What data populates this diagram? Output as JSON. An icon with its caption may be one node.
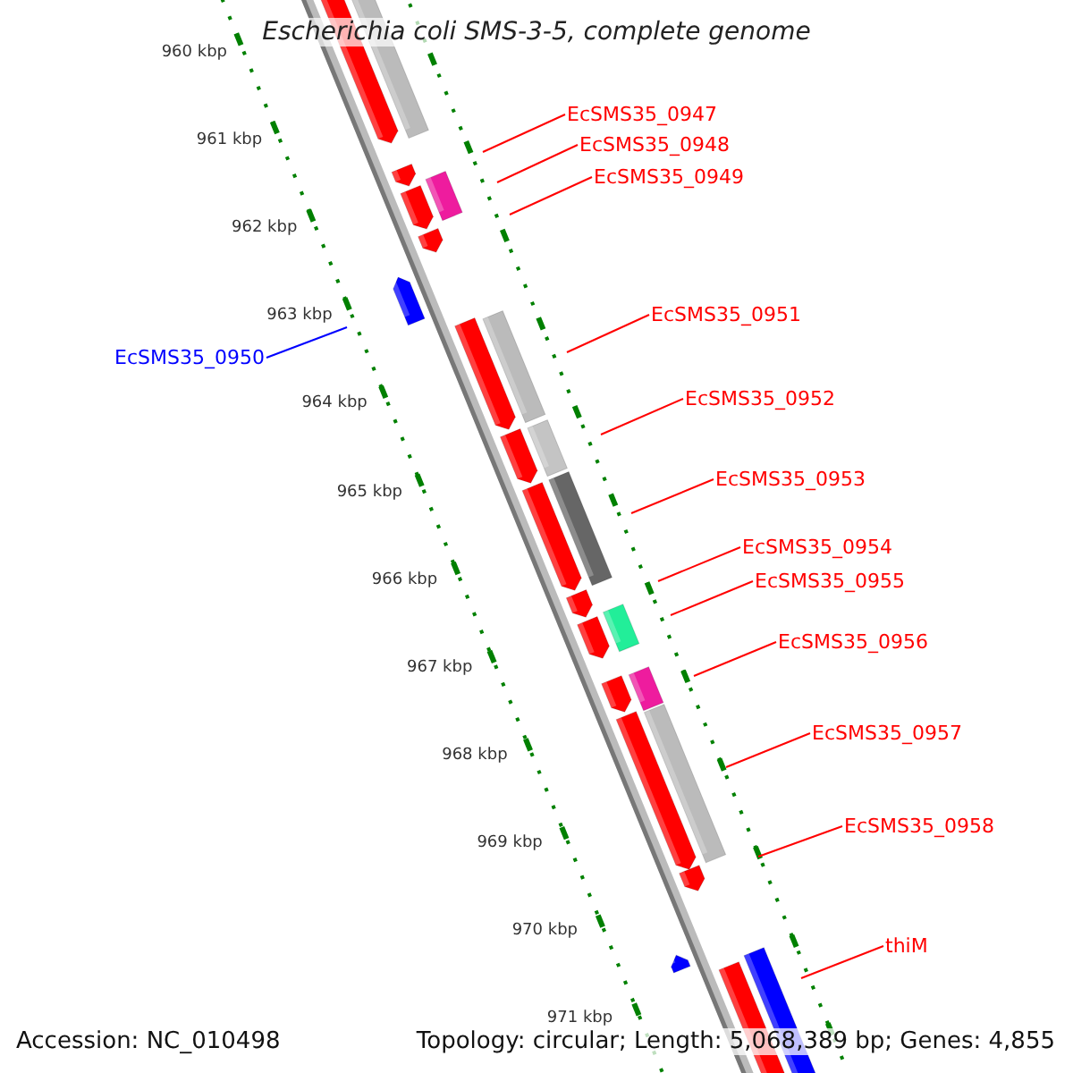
{
  "diagram": {
    "title": "Escherichia coli SMS-3-5, complete genome",
    "nodes": [
      {
        "text": [
          "EcSMS35_0947"
        ]
      },
      {
        "text": [
          "EcSMS35_0948"
        ]
      },
      {
        "text": [
          "EcSMS35_0949"
        ]
      },
      {
        "text": [
          "EcSMS35_0950"
        ]
      },
      {
        "text": [
          "EcSMS35_0951"
        ]
      },
      {
        "text": [
          "EcSMS35_0952"
        ]
      },
      {
        "text": [
          "EcSMS35_0953"
        ]
      },
      {
        "text": [
          "EcSMS35_0954"
        ]
      },
      {
        "text": [
          "EcSMS35_0955"
        ]
      },
      {
        "text": [
          "EcSMS35_0956"
        ]
      },
      {
        "text": [
          "EcSMS35_0957"
        ]
      },
      {
        "text": [
          "EcSMS35_0958"
        ]
      },
      {
        "text": [
          "thiM"
        ]
      }
    ],
    "edges": [
      {
        "from": 0,
        "to": null,
        "arrow": "none"
      },
      {
        "from": 1,
        "to": null,
        "arrow": "none"
      },
      {
        "from": 2,
        "to": null,
        "arrow": "none"
      },
      {
        "from": 3,
        "to": null,
        "arrow": "none",
        "color": "#0000ff"
      },
      {
        "from": 4,
        "to": null,
        "arrow": "none"
      },
      {
        "from": 5,
        "to": null,
        "arrow": "none"
      },
      {
        "from": 6,
        "to": null,
        "arrow": "none"
      },
      {
        "from": 7,
        "to": null,
        "arrow": "none"
      },
      {
        "from": 8,
        "to": null,
        "arrow": "none"
      },
      {
        "from": 9,
        "to": null,
        "arrow": "none"
      },
      {
        "from": 10,
        "to": null,
        "arrow": "none"
      },
      {
        "from": 11,
        "to": null,
        "arrow": "none"
      },
      {
        "from": 12,
        "to": null,
        "arrow": "none"
      }
    ],
    "labels": [
      "960 kbp",
      "961 kbp",
      "962 kbp",
      "963 kbp",
      "964 kbp",
      "965 kbp",
      "966 kbp",
      "967 kbp",
      "968 kbp",
      "969 kbp",
      "970 kbp",
      "971 kbp",
      "Accession: NC_010498",
      "Topology: circular; Length: 5,068,389 bp; Genes: 4,855"
    ]
  }
}
